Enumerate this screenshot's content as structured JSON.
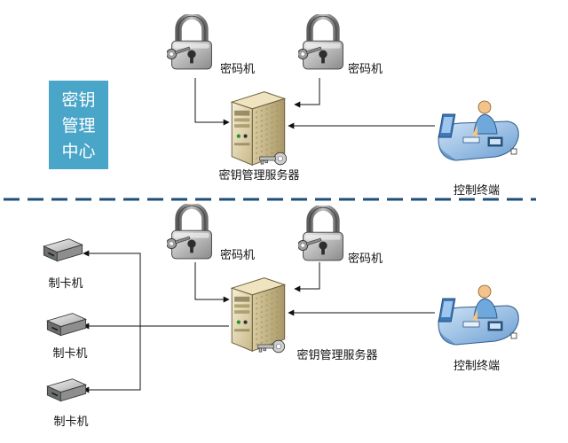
{
  "center": {
    "lines": [
      "密钥",
      "管理",
      "中心"
    ],
    "color": "#4aa6c8"
  },
  "labels": {
    "cipher_machine": "密码机",
    "key_server": "密钥管理服务器",
    "control_terminal": "控制终端",
    "card_maker": "制卡机"
  },
  "icons": {
    "cipher_machine": "padlock-icon",
    "key_server": "server-icon",
    "control_terminal": "operator-workstation-icon",
    "card_maker": "card-maker-icon"
  },
  "colors": {
    "divider": "#1f4e79",
    "center_box": "#4aa6c8"
  }
}
